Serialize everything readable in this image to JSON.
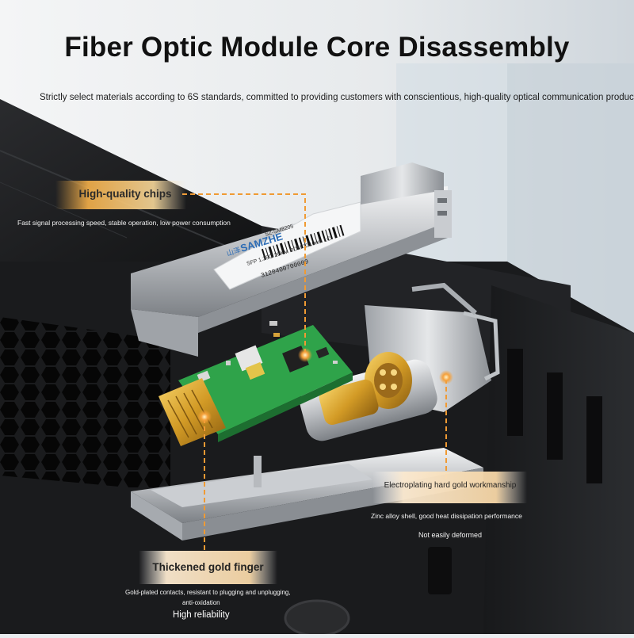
{
  "header": {
    "title": "Fiber Optic Module Core Disassembly",
    "subtitle": "Strictly select materials according to 6S standards, committed to providing customers with conscientious, high-quality optical communication products."
  },
  "callouts": {
    "chips": {
      "label": "High-quality chips",
      "desc": "Fast signal processing speed, stable operation, low power consumption"
    },
    "shell": {
      "label": "Electroplating hard gold workmanship",
      "desc": "Zinc alloy shell, good heat dissipation performance",
      "note": "Not easily deformed"
    },
    "finger": {
      "label": "Thickened gold finger",
      "desc_line1": "Gold-plated contacts, resistant to plugging and unplugging,",
      "desc_line2": "anti-oxidation",
      "note": "High reliability"
    }
  },
  "module_label": {
    "brand": "SAMZHE",
    "brand_cn": "山泽",
    "model": "SZ-SM8205",
    "spec": "SFP 1.25G 20KM DDM 1310nm LC",
    "serial": "3120400700009"
  },
  "colors": {
    "accent": "#f2a23a",
    "pcb": "#2fa34a",
    "gold": "#d9a72e",
    "device": "#1b1c1e"
  }
}
